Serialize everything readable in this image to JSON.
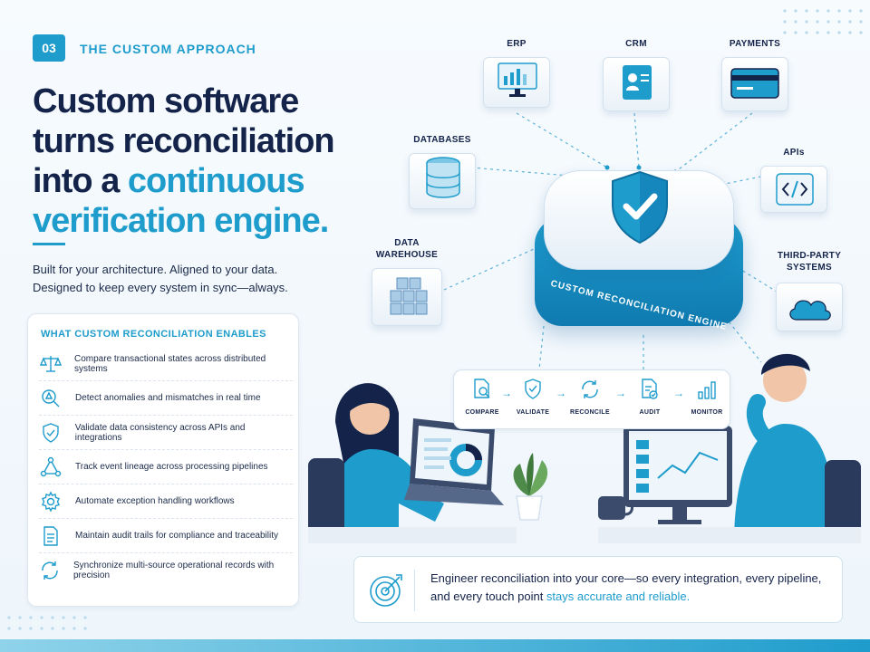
{
  "header": {
    "section_number": "03",
    "eyebrow": "THE CUSTOM APPROACH",
    "headline_part1": "Custom software turns reconciliation into a ",
    "headline_accent": "continuous verification engine.",
    "lead_line1": "Built for your architecture. Aligned to your data.",
    "lead_line2": "Designed to keep every system in sync—always."
  },
  "features": {
    "title": "WHAT CUSTOM RECONCILIATION ENABLES",
    "items": [
      {
        "icon": "scale-icon",
        "text": "Compare transactional states across distributed systems"
      },
      {
        "icon": "alert-search-icon",
        "text": "Detect anomalies and mismatches in real time"
      },
      {
        "icon": "shield-check-icon",
        "text": "Validate data consistency across APIs and integrations"
      },
      {
        "icon": "lineage-icon",
        "text": "Track event lineage across processing pipelines"
      },
      {
        "icon": "gear-icon",
        "text": "Automate exception handling workflows"
      },
      {
        "icon": "document-icon",
        "text": "Maintain audit trails for compliance and traceability"
      },
      {
        "icon": "sync-icon",
        "text": "Synchronize multi-source operational records with precision"
      }
    ]
  },
  "diagram": {
    "nodes": {
      "erp": "ERP",
      "crm": "CRM",
      "payments": "PAYMENTS",
      "databases": "DATABASES",
      "apis": "APIs",
      "data_warehouse_1": "DATA",
      "data_warehouse_2": "WAREHOUSE",
      "third_party_1": "THIRD-PARTY",
      "third_party_2": "SYSTEMS"
    },
    "engine_label": "CUSTOM RECONCILIATION ENGINE",
    "flow_steps": [
      "COMPARE",
      "VALIDATE",
      "RECONCILE",
      "AUDIT",
      "MONITOR"
    ]
  },
  "callout": {
    "text_main": "Engineer reconciliation into your core—so every integration, every pipeline, and every touch point ",
    "text_accent": "stays accurate and reliable."
  },
  "colors": {
    "accent": "#1e9ccc",
    "navy": "#14234a"
  }
}
